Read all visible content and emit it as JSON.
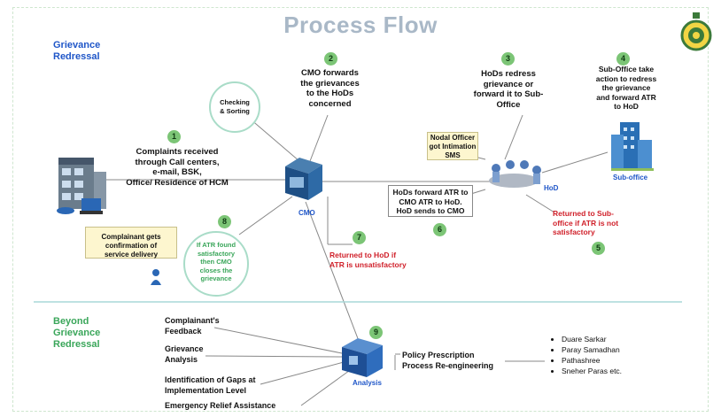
{
  "title": "Process Flow",
  "sections": {
    "grievance": "Grievance\nRedressal",
    "beyond": "Beyond\nGrievance\nRedressal"
  },
  "steps": {
    "s1": {
      "num": "1",
      "text": "Complaints received\nthrough Call centers,\ne-mail, BSK,\nOffice/ Residence of HCM"
    },
    "s2": {
      "num": "2",
      "text": "CMO forwards\nthe grievances\nto the HoDs\nconcerned"
    },
    "s3": {
      "num": "3",
      "text": "HoDs redress\ngrievance or\nforward it to Sub-\nOffice"
    },
    "s4": {
      "num": "4",
      "text": "Sub-Office take\naction to redress\nthe grievance\nand forward ATR\nto HoD"
    },
    "s5": {
      "num": "5",
      "text": "Returned to Sub-\noffice if ATR is not\nsatisfactory"
    },
    "s6": {
      "num": "6",
      "text": "HoDs forward ATR to\nCMO ATR to HoD.\nHoD sends to CMO"
    },
    "s7": {
      "num": "7",
      "text": "Returned to HoD if\nATR is unsatisfactory"
    },
    "s8": {
      "num": "8",
      "text": "If ATR found\nsatisfactory\nthen CMO\ncloses the\ngrievance"
    },
    "s9": {
      "num": "9"
    }
  },
  "checking": "Checking\n& Sorting",
  "nodal": "Nodal Officer\ngot Intimation\nSMS",
  "complainant_box": "Complainant gets\nconfirmation of\nservice delivery",
  "labels": {
    "cmo": "CMO",
    "hod": "HoD",
    "suboffice": "Sub-office",
    "analysis": "Analysis"
  },
  "inputs": [
    "Complainant's\nFeedback",
    "Grievance\nAnalysis",
    "Identification of Gaps at\nImplementation Level",
    "Emergency Relief Assistance"
  ],
  "outputs": [
    "Policy Prescription",
    "Process Re-engineering"
  ],
  "schemes": [
    "Duare Sarkar",
    "Paray Samadhan",
    "Pathashree",
    "Sneher Paras etc."
  ],
  "colors": {
    "step": "#7cc576",
    "title": "#a9b8c7",
    "blue": "#1f56c8",
    "green": "#3aa65a",
    "red": "#d0202a"
  }
}
